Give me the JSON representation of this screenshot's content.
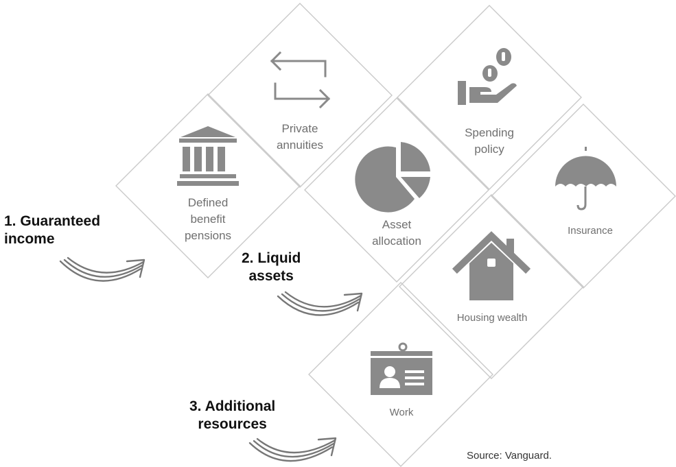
{
  "tiles": {
    "private_annuities": "Private\nannuities",
    "defined_benefit": "Defined\nbenefit\npensions",
    "spending_policy": "Spending\npolicy",
    "asset_allocation": "Asset\nallocation",
    "insurance": "Insurance",
    "housing_wealth": "Housing wealth",
    "work": "Work"
  },
  "groups": {
    "guaranteed": "1. Guaranteed\nincome",
    "liquid": "2. Liquid\nassets",
    "additional": "3. Additional\nresources"
  },
  "source": {
    "prefix": "Source:",
    "text": " Vanguard."
  },
  "icons": [
    "exchange-arrows-icon",
    "bank-building-icon",
    "coin-hand-icon",
    "pie-chart-icon",
    "umbrella-icon",
    "house-icon",
    "id-badge-icon",
    "curved-arrow-icon"
  ],
  "colors": {
    "tile_border": "#c9c9c9",
    "icon": "#8a8a8a",
    "label": "#6f6f6f",
    "heading": "#111111"
  }
}
